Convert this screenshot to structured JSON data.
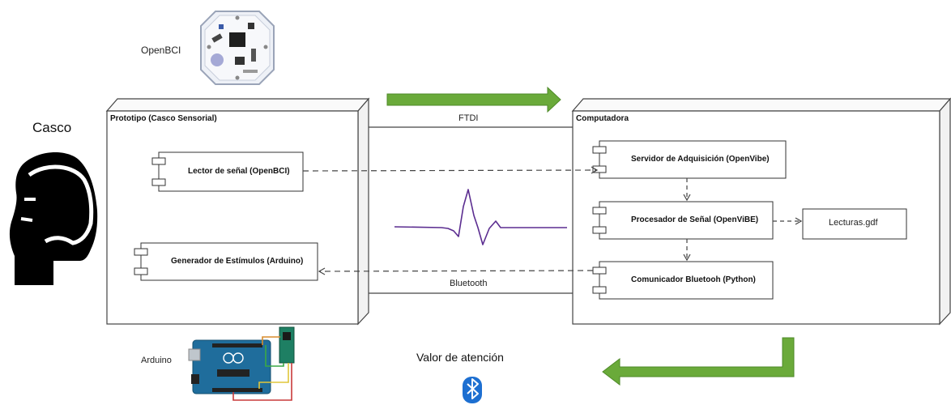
{
  "labels": {
    "openbci": "OpenBCI",
    "casco": "Casco",
    "arduino": "Arduino",
    "valor_atencion": "Valor de atención",
    "ftdi": "FTDI",
    "bluetooth": "Bluetooth"
  },
  "nodes": {
    "prototipo": {
      "title": "Prototipo (Casco Sensorial)"
    },
    "computadora": {
      "title": "Computadora"
    }
  },
  "components": {
    "lector": "Lector de señal (OpenBCI)",
    "generador": "Generador de Estímulos (Arduino)",
    "servidor": "Servidor de Adquisición (OpenVibe)",
    "procesador": "Procesador de Señal (OpenViBE)",
    "comunicador": "Comunicador Bluetooh (Python)"
  },
  "artifacts": {
    "lecturas": "Lecturas.gdf"
  },
  "colors": {
    "arrow_green": "#6aaa3a",
    "arrow_green_dark": "#3f7d20",
    "signal_purple": "#5b2d90",
    "bluetooth_blue": "#1d6fd1",
    "box_stroke": "#444444"
  },
  "icons": {
    "head": "head-silhouette-icon",
    "board": "openbci-board-icon",
    "arduino": "arduino-board-icon",
    "bluetooth": "bluetooth-icon",
    "signal": "eeg-signal-icon"
  }
}
